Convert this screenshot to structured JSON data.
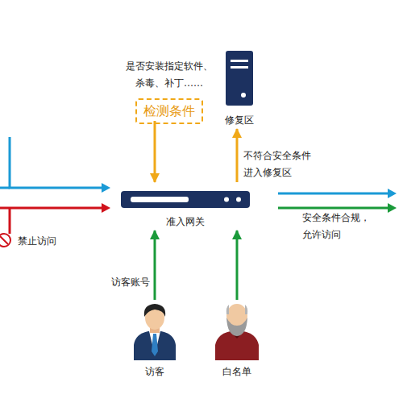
{
  "diagram": {
    "nodes": [
      {
        "text": [
          "是否安装指定软件、 杀毒、补丁……",
          "检测条件"
        ]
      },
      {
        "text": [
          "修复区"
        ]
      },
      {
        "text": [
          "准入网关"
        ]
      },
      {
        "text": [
          "访客"
        ]
      },
      {
        "text": [
          "白名单"
        ]
      }
    ],
    "edges": [
      {
        "from": 0,
        "to": 2,
        "arrow": "to"
      },
      {
        "from": 2,
        "to": 1,
        "arrow": "to",
        "label": "不符合安全条件 进入修复区"
      },
      {
        "from": 3,
        "to": 2,
        "arrow": "to",
        "label": "访客账号"
      },
      {
        "from": 4,
        "to": 2,
        "arrow": "to"
      }
    ],
    "labels": [
      "禁止访问",
      "安全条件合规， 允许访问"
    ]
  }
}
